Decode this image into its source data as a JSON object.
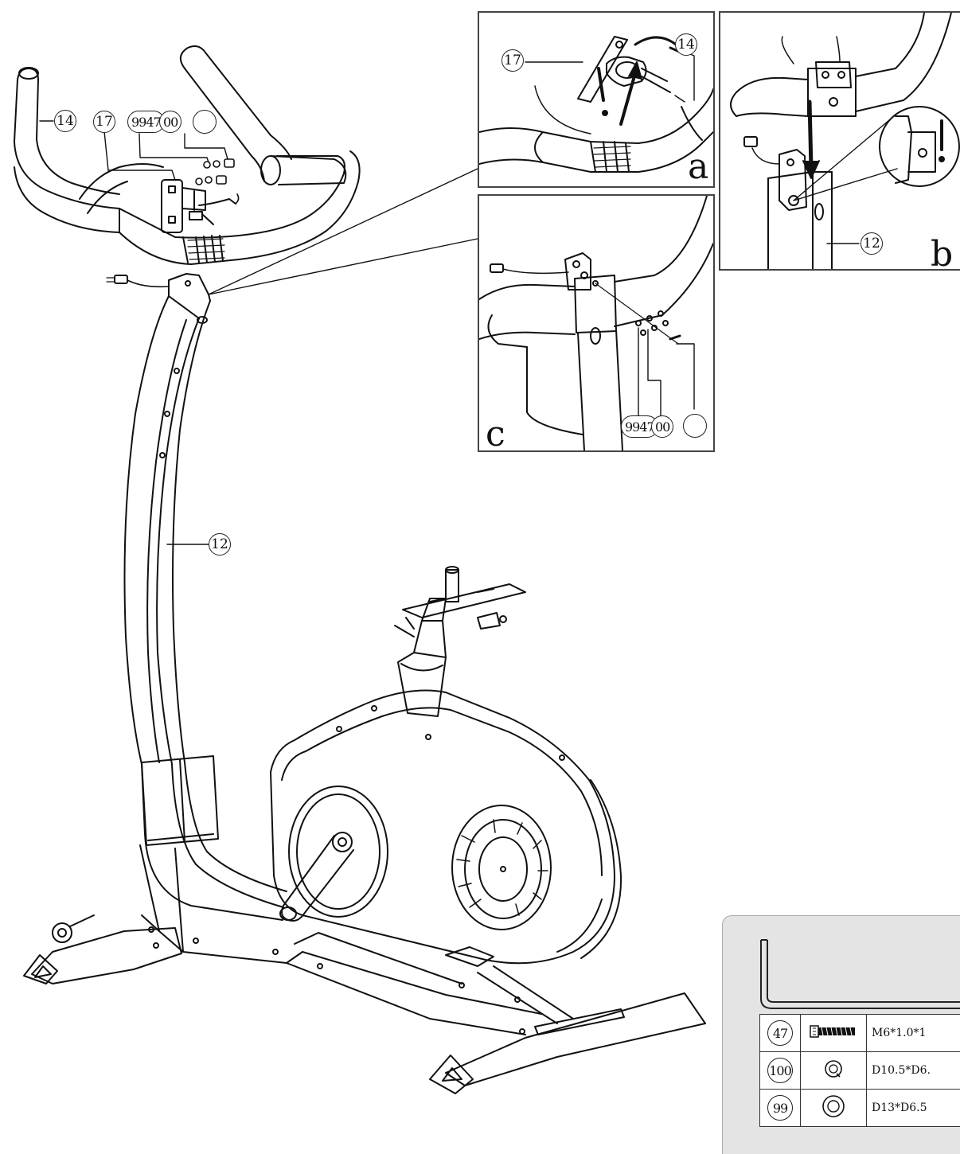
{
  "callouts": {
    "handlebar": "14",
    "bracket": "17",
    "washer_group": "9947",
    "bolt_group": "00",
    "upright": "12"
  },
  "panels": {
    "a": {
      "letter": "a",
      "callout_left": "17",
      "callout_right": "14"
    },
    "b": {
      "letter": "b",
      "callout": "12"
    },
    "c": {
      "letter": "c",
      "callout_group": "9947",
      "callout_bolt": "00"
    }
  },
  "parts_table": {
    "rows": [
      {
        "number": "47",
        "icon": "bolt-icon",
        "spec": "M6*1.0*1"
      },
      {
        "number": "100",
        "icon": "spring-washer-icon",
        "spec": "D10.5*D6."
      },
      {
        "number": "99",
        "icon": "flat-washer-icon",
        "spec": "D13*D6.5"
      }
    ],
    "tool_icon": "allen-key-icon"
  },
  "colors": {
    "line": "#111111",
    "panel_border": "#444444",
    "parts_bg": "#e4e4e4"
  }
}
